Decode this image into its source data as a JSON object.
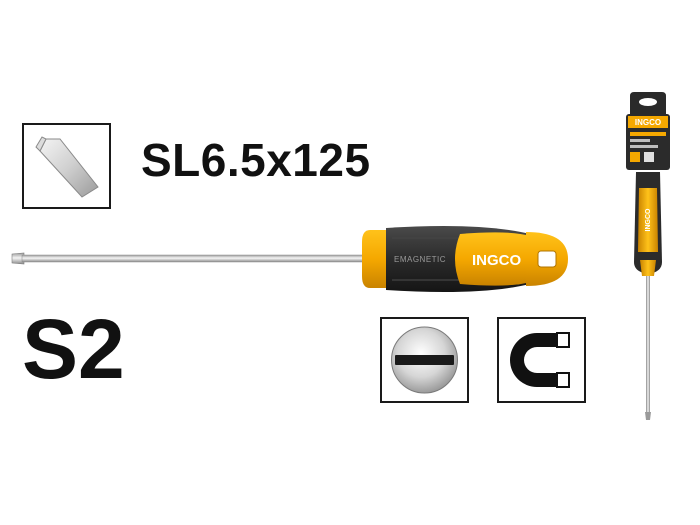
{
  "product": {
    "model": "SL6.5x125",
    "material": "S2",
    "brand": "INGCO",
    "handle_marking": "EMAGNETIC"
  },
  "icons": {
    "tip_type": "slotted-tip-icon",
    "slot_head": "slotted-head-icon",
    "magnetic": "magnet-icon"
  },
  "colors": {
    "accent": "#f5a800",
    "handle_dark": "#2b2b2b",
    "shaft": "#c9c9c9",
    "text": "#111111"
  }
}
